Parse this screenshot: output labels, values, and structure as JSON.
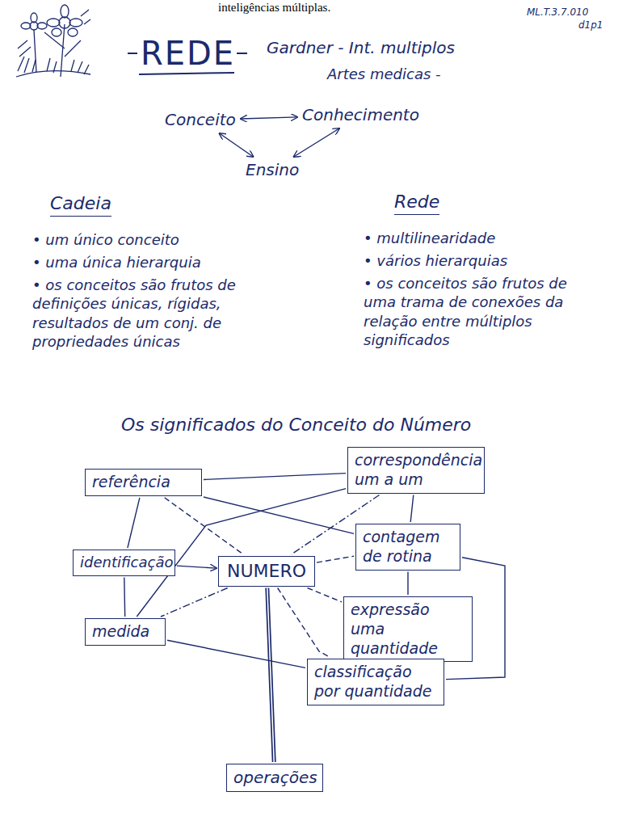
{
  "diagram": {
    "title": "REDE",
    "nodes": [
      {
        "text": [
          "Conceito"
        ]
      },
      {
        "text": [
          "Conhecimento"
        ]
      },
      {
        "text": [
          "Ensino"
        ]
      },
      {
        "text": [
          "referência"
        ]
      },
      {
        "text": [
          "correspondência um a um"
        ]
      },
      {
        "text": [
          "identificação"
        ]
      },
      {
        "text": [
          "NUMERO"
        ]
      },
      {
        "text": [
          "contagem de rotina"
        ]
      },
      {
        "text": [
          "medida"
        ]
      },
      {
        "text": [
          "expressão uma quantidade"
        ]
      },
      {
        "text": [
          "classificação por quantidade"
        ]
      },
      {
        "text": [
          "operações"
        ]
      }
    ],
    "edges": [
      {
        "from": 0,
        "to": 1,
        "arrow": "both"
      },
      {
        "from": 0,
        "to": 2,
        "arrow": "both"
      },
      {
        "from": 1,
        "to": 2,
        "arrow": "both"
      },
      {
        "from": 3,
        "to": 4,
        "arrow": "none"
      },
      {
        "from": 3,
        "to": 5,
        "arrow": "none"
      },
      {
        "from": 3,
        "to": 6,
        "arrow": "none"
      },
      {
        "from": 3,
        "to": 7,
        "arrow": "none"
      },
      {
        "from": 4,
        "to": 6,
        "arrow": "none"
      },
      {
        "from": 4,
        "to": 8,
        "arrow": "none"
      },
      {
        "from": 4,
        "to": 7,
        "arrow": "none"
      },
      {
        "from": 5,
        "to": 6,
        "arrow": "to"
      },
      {
        "from": 5,
        "to": 8,
        "arrow": "none"
      },
      {
        "from": 6,
        "to": 7,
        "arrow": "none"
      },
      {
        "from": 6,
        "to": 8,
        "arrow": "none"
      },
      {
        "from": 6,
        "to": 9,
        "arrow": "none"
      },
      {
        "from": 6,
        "to": 10,
        "arrow": "none"
      },
      {
        "from": 6,
        "to": 11,
        "arrow": "none"
      },
      {
        "from": 7,
        "to": 9,
        "arrow": "none"
      },
      {
        "from": 7,
        "to": 10,
        "arrow": "none"
      },
      {
        "from": 8,
        "to": 10,
        "arrow": "none"
      },
      {
        "from": 9,
        "to": 10,
        "arrow": "none"
      }
    ],
    "labels": [
      "inteligências múltiplas.",
      "ML.T.3.7.010",
      "d1p1",
      "Gardner - Int. multiplos",
      "Artes medicas -",
      "Cadeia",
      "• um único conceito",
      "• uma única hierarquia",
      "• os conceitos são frutos de definições únicas, rígidas, resultados de um conj. de propriedades únicas",
      "Rede",
      "• multilinearidade",
      "• vários hierarquias",
      "• os conceitos são frutos de uma trama de conexões da relação entre múltiplos significados",
      "Os significados do Conceito do Número"
    ]
  }
}
